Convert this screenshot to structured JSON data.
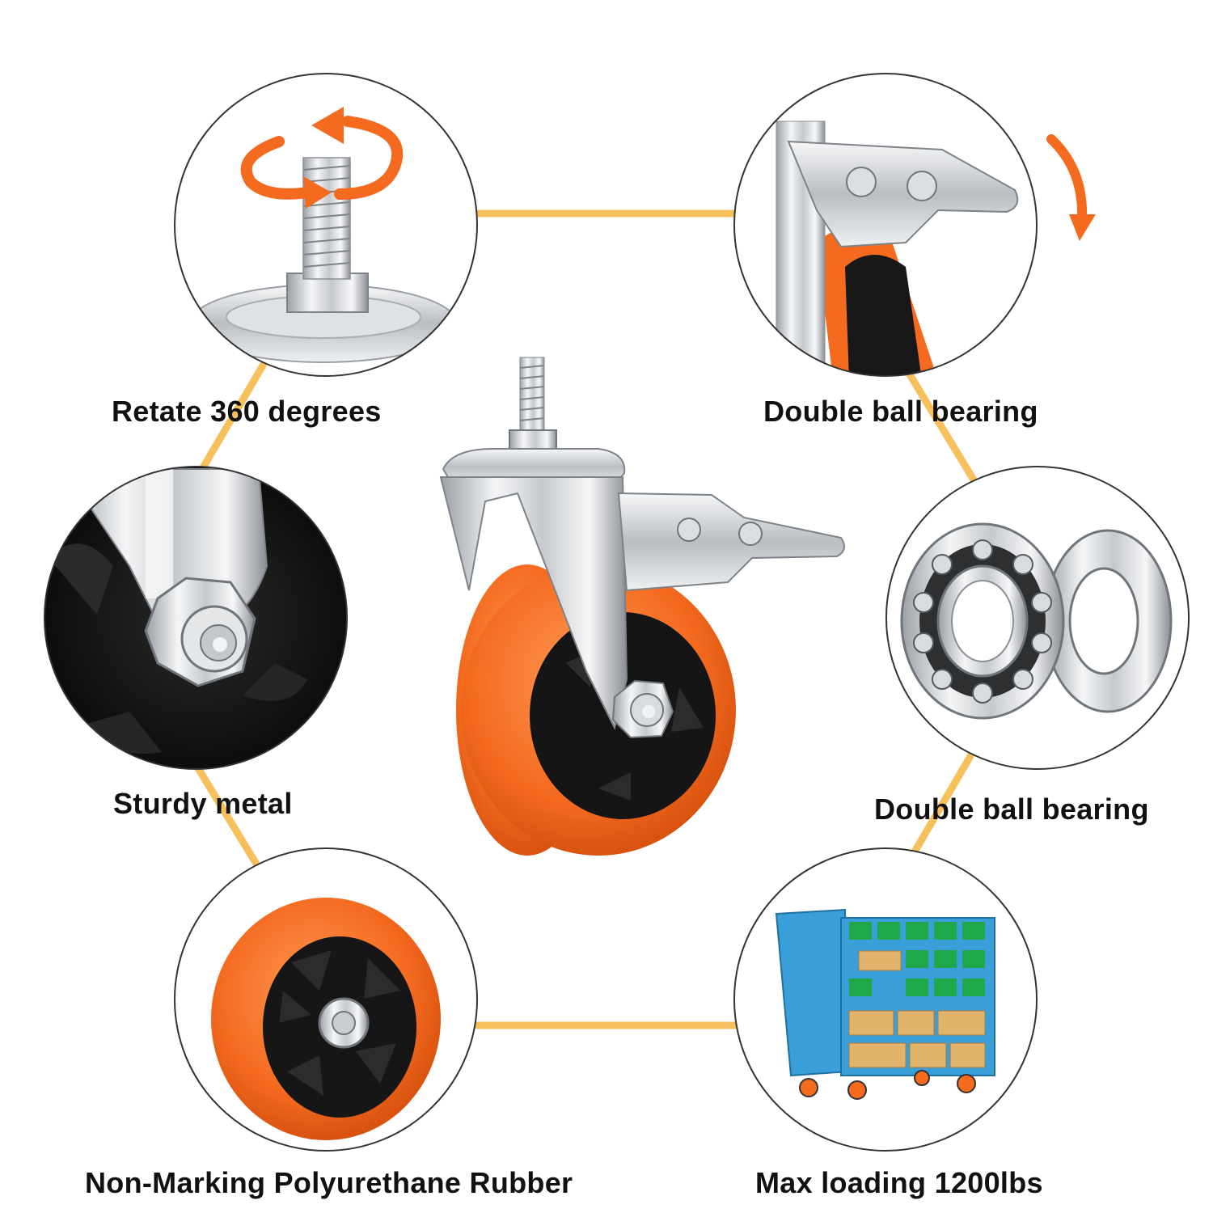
{
  "features": {
    "rotate": {
      "caption": "Retate 360 degrees"
    },
    "bearing_top": {
      "caption": "Double ball bearing"
    },
    "metal": {
      "caption": "Sturdy metal"
    },
    "bearing_mid": {
      "caption": "Double ball bearing"
    },
    "rubber": {
      "caption": "Non-Marking Polyurethane Rubber"
    },
    "load": {
      "caption": "Max loading 1200lbs"
    }
  },
  "colors": {
    "accent_orange": "#f46a1f",
    "connector_line": "#f6c15c",
    "wheel_black": "#151515",
    "metal_light": "#e6e8ea",
    "metal_dark": "#8a8f94",
    "cart_blue": "#3a9fd8",
    "bin_green": "#1fa84a",
    "box_tan": "#e2b36a"
  },
  "icons": {
    "rotate": "rotate-arrow-icon",
    "press": "curved-down-arrow-icon"
  }
}
